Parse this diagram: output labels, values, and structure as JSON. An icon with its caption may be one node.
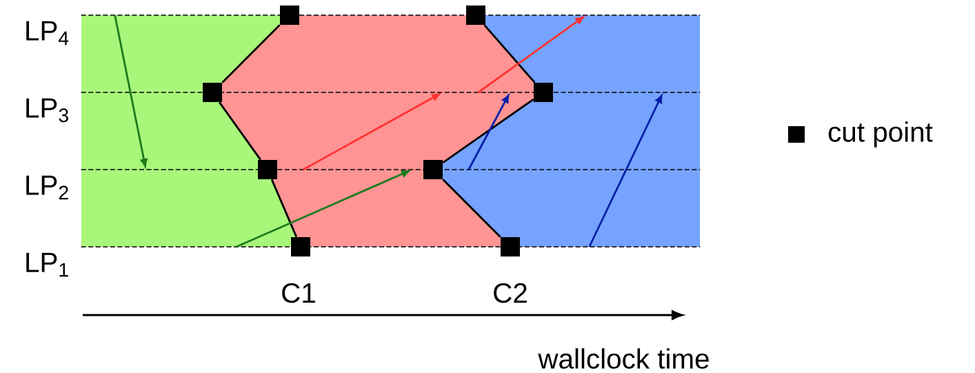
{
  "diagram": {
    "nodes": [
      {
        "text": [],
        "shape": "bar",
        "beside": [
          "LP$_{4}$"
        ]
      },
      {
        "text": [],
        "shape": "bar",
        "beside": [
          "LP$_{3}$"
        ]
      },
      {
        "text": [],
        "shape": "bar",
        "beside": [
          "LP$_{2}$"
        ]
      },
      {
        "text": [],
        "shape": "bar",
        "beside": [
          "LP$_{1}$"
        ]
      },
      {
        "text": [],
        "shape": "box"
      },
      {
        "text": [],
        "shape": "box"
      },
      {
        "text": [],
        "shape": "box"
      },
      {
        "text": [],
        "shape": "box"
      },
      {
        "text": [],
        "shape": "box"
      },
      {
        "text": [],
        "shape": "box"
      },
      {
        "text": [],
        "shape": "box"
      },
      {
        "text": [],
        "shape": "box"
      }
    ],
    "edges": [
      {
        "from": 4,
        "to": 5,
        "arrow": "none",
        "color": "#000000"
      },
      {
        "from": 5,
        "to": 6,
        "arrow": "none",
        "color": "#000000"
      },
      {
        "from": 6,
        "to": 7,
        "arrow": "none",
        "color": "#000000"
      },
      {
        "from": 8,
        "to": 9,
        "arrow": "none",
        "color": "#000000"
      },
      {
        "from": 9,
        "to": 10,
        "arrow": "none",
        "color": "#000000"
      },
      {
        "from": 10,
        "to": 11,
        "arrow": "none",
        "color": "#000000"
      },
      {
        "from": 0,
        "to": 2,
        "arrow": "to",
        "color": "#1e7a1e"
      },
      {
        "from": 3,
        "to": 2,
        "arrow": "to",
        "color": "#1e7a1e"
      },
      {
        "from": 2,
        "to": 1,
        "arrow": "to",
        "color": "#ff3333"
      },
      {
        "from": 1,
        "to": 0,
        "arrow": "to",
        "color": "#ff3333"
      },
      {
        "from": 2,
        "to": 1,
        "arrow": "to",
        "color": "#0a1ea8"
      },
      {
        "from": 3,
        "to": 1,
        "arrow": "to",
        "color": "#0a1ea8"
      }
    ],
    "labels": [
      "C1",
      "C2",
      "wallclock time"
    ],
    "legend": [
      {
        "text": "cut point"
      }
    ]
  }
}
